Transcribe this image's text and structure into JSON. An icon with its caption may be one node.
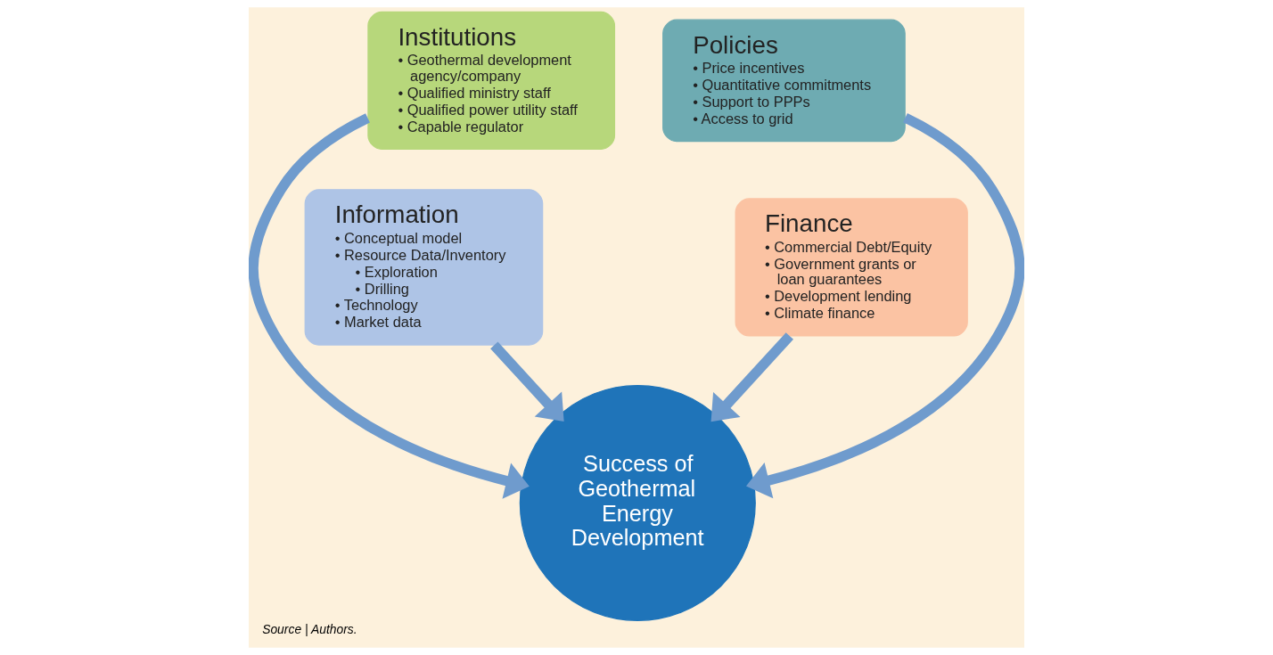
{
  "diagram": {
    "caption": "Source | Authors.",
    "nodes": [
      {
        "text": [
          "Institutions",
          "• Geothermal development agency/company",
          "• Qualified ministry staff",
          "• Qualified power utility staff",
          "• Capable regulator"
        ]
      },
      {
        "text": [
          "Policies",
          "• Price incentives",
          "• Quantitative commitments",
          "• Support to PPPs",
          "• Access to grid"
        ]
      },
      {
        "text": [
          "Information",
          "• Conceptual model",
          "• Resource Data/Inventory",
          "• Exploration",
          "• Drilling",
          "• Technology",
          "• Market data"
        ]
      },
      {
        "text": [
          "Finance",
          "• Commercial Debt/Equity",
          "• Government grants or loan guarantees",
          "• Development lending",
          "• Climate finance"
        ]
      },
      {
        "text": [
          "Success of Geothermal Energy Development"
        ]
      }
    ],
    "edges": [
      {
        "from": 0,
        "to": 4,
        "arrow": "to"
      },
      {
        "from": 1,
        "to": 4,
        "arrow": "to"
      },
      {
        "from": 2,
        "to": 4,
        "arrow": "to"
      },
      {
        "from": 3,
        "to": 4,
        "arrow": "to"
      }
    ]
  }
}
